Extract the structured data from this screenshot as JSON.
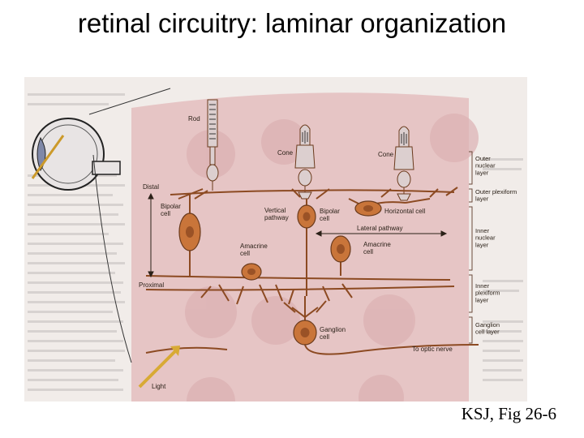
{
  "slide": {
    "title": "retinal circuitry:  laminar organization",
    "caption": "KSJ, Fig 26-6"
  },
  "figure": {
    "cell_labels": {
      "rod": "Rod",
      "cone_left": "Cone",
      "cone_right": "Cone",
      "distal": "Distal",
      "bipolar_left": "Bipolar\ncell",
      "vertical_pathway": "Vertical\npathway",
      "bipolar_center": "Bipolar\ncell",
      "horizontal": "Horizontal cell",
      "lateral_pathway": "Lateral pathway",
      "amacrine_left": "Amacrine\ncell",
      "amacrine_right": "Amacrine\ncell",
      "proximal": "Proximal",
      "ganglion": "Ganglion\ncell",
      "optic_nerve": "To optic nerve",
      "light": "Light"
    },
    "layer_labels": [
      "Outer\nnuclear\nlayer",
      "Outer plexiform\nlayer",
      "Inner\nnuclear\nlayer",
      "Inner\nplexiform\nlayer",
      "Ganglion\ncell layer"
    ],
    "colors": {
      "panel": "#e6c5c5",
      "cell_fill": "#c9753a",
      "cell_stroke": "#6a3a1c",
      "photoreceptor": "#dccfcf",
      "arrow": "#d8aa35"
    }
  }
}
